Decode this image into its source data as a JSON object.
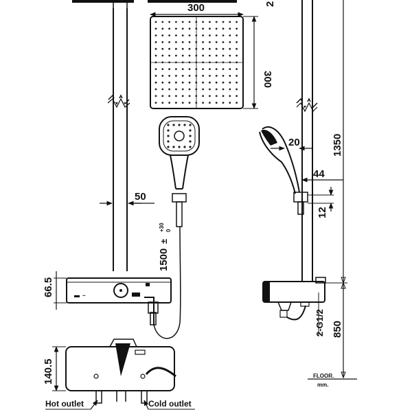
{
  "dimensions": {
    "head_width": "300",
    "head_height": "300",
    "top_partial": "2",
    "total_height": "1350",
    "arm_offset": "20",
    "holder_depth": "44",
    "holder_size": "12",
    "pipe_width": "50",
    "hose_length": "1500",
    "hose_tol_plus": "+30",
    "hose_tol_minus": "0",
    "hose_pm": "±",
    "shelf_height": "66.5",
    "mixer_height": "140.5",
    "inlet_thread": "2-G1/2",
    "floor_height": "850"
  },
  "labels": {
    "hot_outlet": "Hot outlet",
    "cold_outlet": "Cold outlet",
    "floor": "FLOOR.",
    "units": "mm."
  }
}
